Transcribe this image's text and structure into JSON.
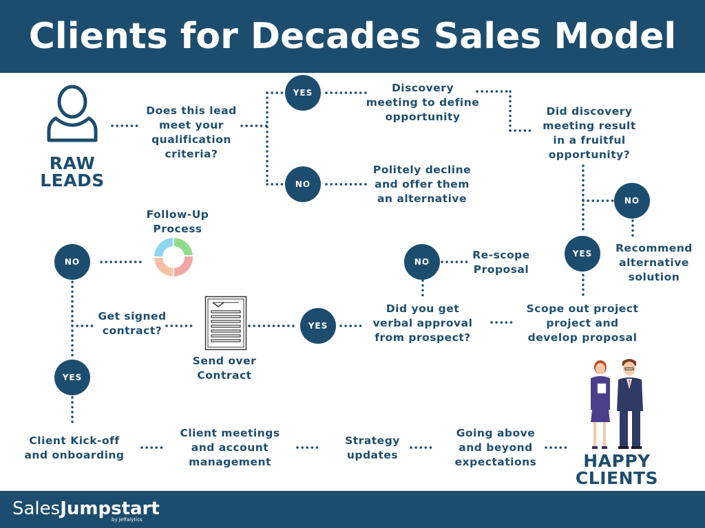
{
  "title": "Clients for Decades Sales Model",
  "brand": {
    "primary": "Sales",
    "secondary": "Jumpstart",
    "sub": "by Jeffalytics"
  },
  "colors": {
    "navy": "#1d4d6e",
    "white": "#ffffff",
    "cycle": [
      "#8fdc8c",
      "#f2a7a3",
      "#f7c2a2",
      "#8fd5f0"
    ]
  },
  "labels": {
    "raw_leads_1": "RAW",
    "raw_leads_2": "LEADS",
    "qualify": [
      "Does this lead",
      "meet your",
      "qualification",
      "criteria?"
    ],
    "discovery": [
      "Discovery",
      "meeting to define",
      "opportunity"
    ],
    "fruitful": [
      "Did discovery",
      "meeting result",
      "in a fruitful",
      "opportunity?"
    ],
    "decline": [
      "Politely decline",
      "and offer them",
      "an alternative"
    ],
    "recommend": [
      "Recommend",
      "alternative",
      "solution"
    ],
    "followup": [
      "Follow-Up",
      "Process"
    ],
    "rescope": [
      "Re-scope",
      "Proposal"
    ],
    "scope": [
      "Scope out project",
      "project and",
      "develop proposal"
    ],
    "verbal": [
      "Did you get",
      "verbal approval",
      "from prospect?"
    ],
    "send_contract": [
      "Send over",
      "Contract"
    ],
    "signed": [
      "Get signed",
      "contract?"
    ],
    "kickoff": [
      "Client Kick-off",
      "and onboarding"
    ],
    "meetings": [
      "Client meetings",
      "and account",
      "management"
    ],
    "strategy": [
      "Strategy",
      "updates"
    ],
    "above": [
      "Going above",
      "and beyond",
      "expectations"
    ],
    "happy_1": "HAPPY",
    "happy_2": "CLIENTS"
  },
  "circles": {
    "yes_top": "YES",
    "no_decline": "NO",
    "no_right": "NO",
    "yes_right": "YES",
    "no_rescope": "NO",
    "no_followup": "NO",
    "yes_contract": "YES",
    "yes_signed": "YES"
  },
  "icons": [
    "person-icon",
    "cycle-icon",
    "contract-document-icon",
    "happy-clients-illustration"
  ]
}
